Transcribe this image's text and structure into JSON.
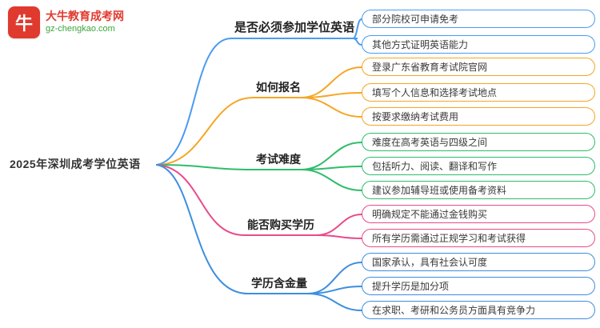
{
  "logo": {
    "icon_text": "牛",
    "title": "大牛教育成考网",
    "domain": "gz-chengkao.com"
  },
  "root": {
    "label": "2025年深圳成考学位英语"
  },
  "colors": {
    "branch_1": "#4b9bf0",
    "branch_2": "#f5a623",
    "branch_3": "#2ebd6b",
    "branch_4": "#e94b8a",
    "branch_5": "#3e8ee0",
    "logo_red": "#e03a2f",
    "logo_green": "#3ba53b"
  },
  "branches": [
    {
      "label": "是否必须参加学位英语",
      "color": "#4b9bf0",
      "children": [
        "部分院校可申请免考",
        "其他方式证明英语能力"
      ]
    },
    {
      "label": "如何报名",
      "color": "#f5a623",
      "children": [
        "登录广东省教育考试院官网",
        "填写个人信息和选择考试地点",
        "按要求缴纳考试费用"
      ]
    },
    {
      "label": "考试难度",
      "color": "#2ebd6b",
      "children": [
        "难度在高考英语与四级之间",
        "包括听力、阅读、翻译和写作",
        "建议参加辅导班或使用备考资料"
      ]
    },
    {
      "label": "能否购买学历",
      "color": "#e94b8a",
      "children": [
        "明确规定不能通过金钱购买",
        "所有学历需通过正规学习和考试获得"
      ]
    },
    {
      "label": "学历含金量",
      "color": "#3e8ee0",
      "children": [
        "国家承认，具有社会认可度",
        "提升学历是加分项",
        "在求职、考研和公务员方面具有竞争力"
      ]
    }
  ]
}
